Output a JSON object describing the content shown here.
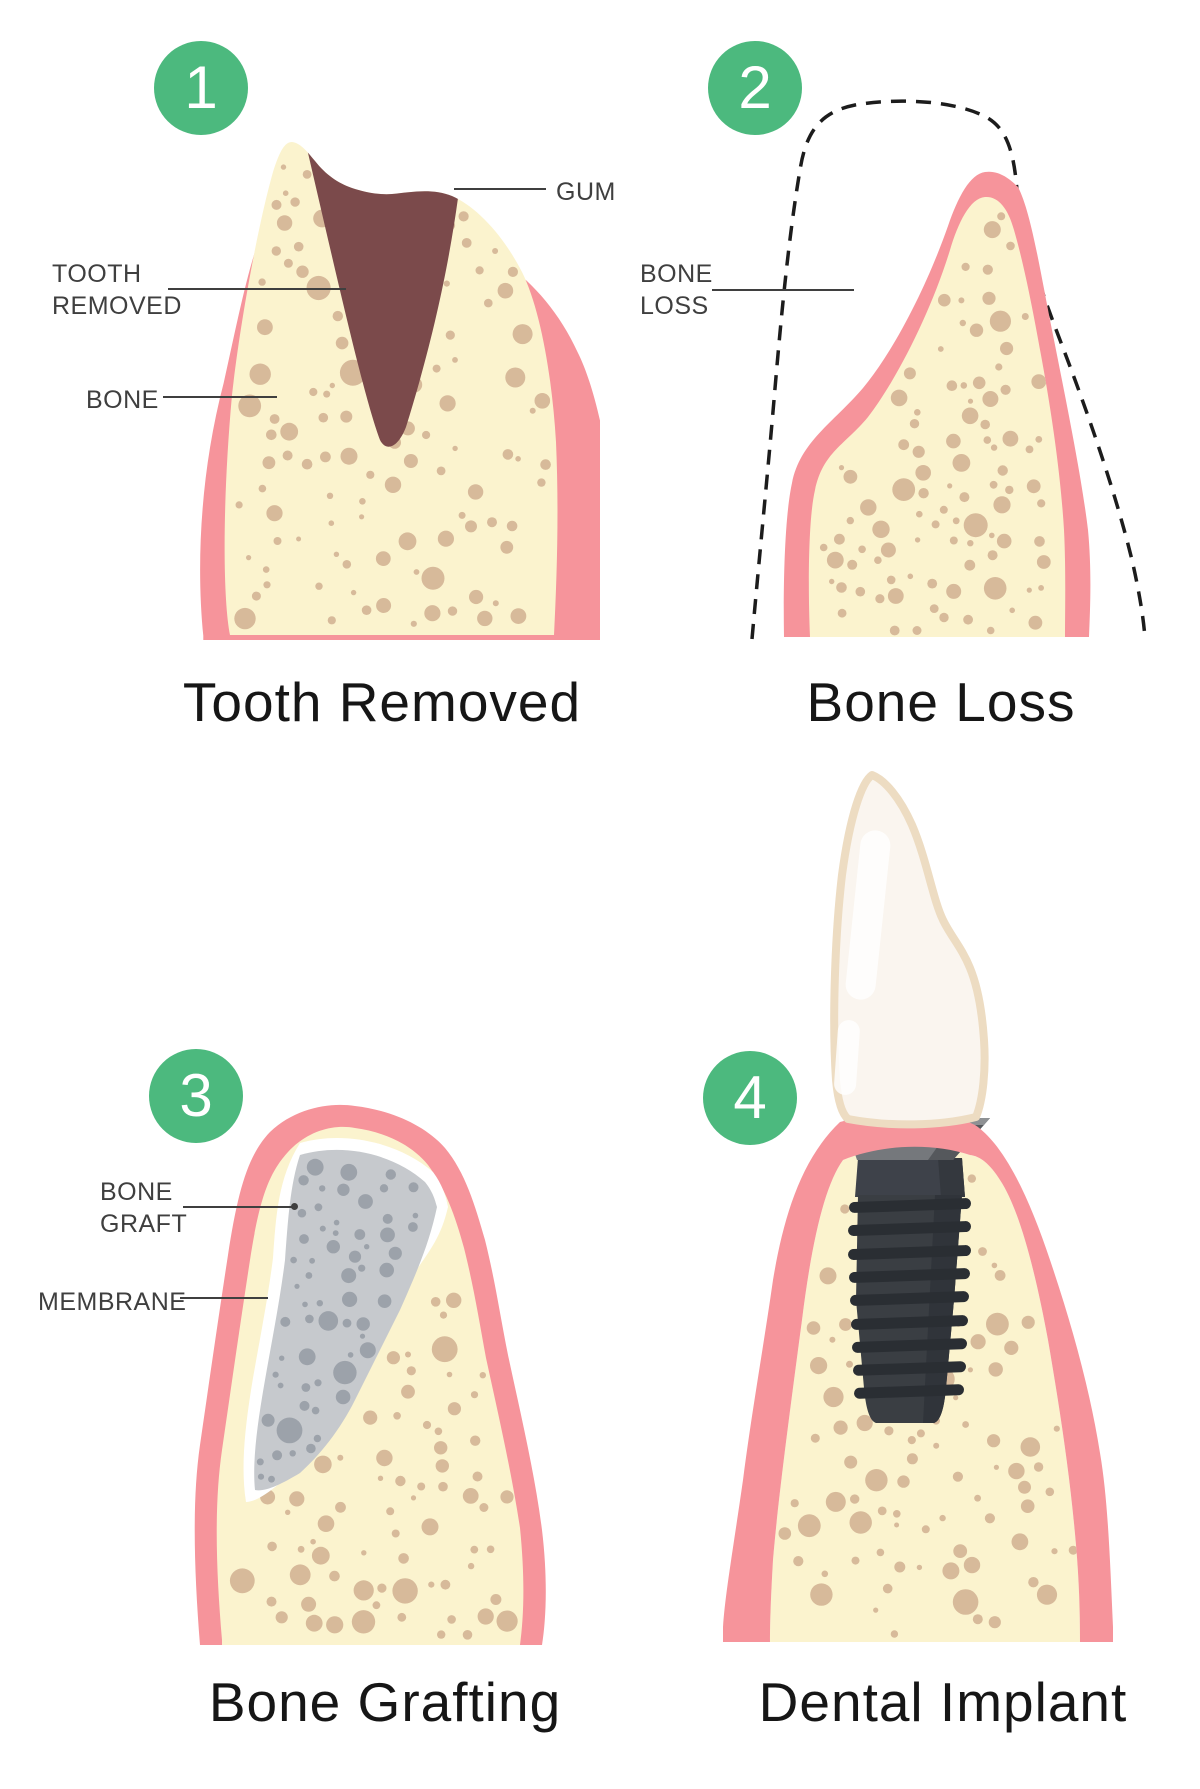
{
  "steps": [
    {
      "number": "1",
      "caption": "Tooth Removed",
      "labels": {
        "tooth_removed": "TOOTH\nREMOVED",
        "bone": "BONE",
        "gum": "GUM"
      }
    },
    {
      "number": "2",
      "caption": "Bone Loss",
      "labels": {
        "bone_loss": "BONE\nLOSS"
      }
    },
    {
      "number": "3",
      "caption": "Bone Grafting",
      "labels": {
        "bone_graft": "BONE\nGRAFT",
        "membrane": "MEMBRANE"
      }
    },
    {
      "number": "4",
      "caption": "Dental Implant",
      "labels": {}
    }
  ],
  "colors": {
    "step_badge_green": "#4CB97E",
    "gum_pink": "#F6949B",
    "bone_cream": "#FBF3CE",
    "bone_speckle_tan": "#D7BA9A",
    "empty_socket_maroon": "#7B4A4B",
    "bone_graft_gray": "#C6C9CD",
    "graft_speckle_gray": "#9CA2AA",
    "membrane_white": "#FFFFFF",
    "implant_dark": "#3A3E43",
    "implant_thread_dark": "#2A2E33",
    "abutment_gray": "#75787C",
    "crown_white": "#FAF5EF",
    "crown_outline": "#EDDCC2",
    "dashed_outline_black": "#1C1C1C",
    "label_text": "#3F3F3F",
    "caption_text": "#161616"
  }
}
